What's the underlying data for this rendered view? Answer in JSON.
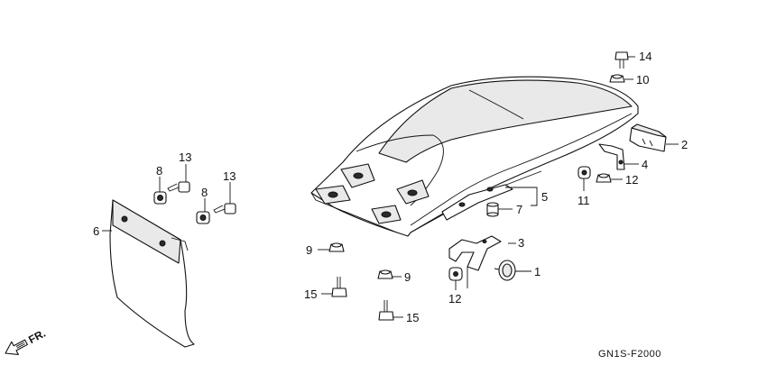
{
  "diagram": {
    "code": "GN1S-F2000",
    "front_marker": "FR.",
    "callouts": {
      "c1": "1",
      "c2": "2",
      "c3": "3",
      "c4": "4",
      "c5": "5",
      "c6": "6",
      "c7": "7",
      "c8a": "8",
      "c8b": "8",
      "c9a": "9",
      "c9b": "9",
      "c10": "10",
      "c11": "11",
      "c12a": "12",
      "c12b": "12",
      "c13a": "13",
      "c13b": "13",
      "c14": "14",
      "c15a": "15",
      "c15b": "15"
    }
  }
}
